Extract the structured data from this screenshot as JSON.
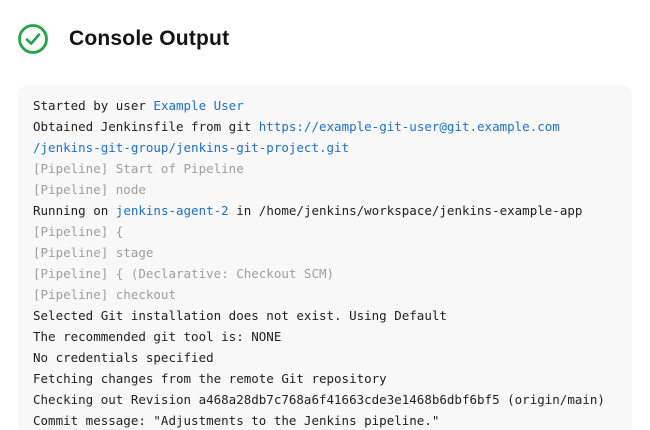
{
  "header": {
    "title": "Console Output",
    "status": "success",
    "status_color": "#23a445"
  },
  "colors": {
    "page_background": "#ffffff",
    "console_background": "#f8f8f8",
    "text": "#1f1f1f",
    "muted_text": "#9e9e9e",
    "link": "#1e6fd6",
    "success_green": "#23a445"
  },
  "console": {
    "lines": [
      [
        {
          "text": "Started by user ",
          "style": "plain"
        },
        {
          "text": "Example User",
          "style": "link"
        }
      ],
      [
        {
          "text": "Obtained Jenkinsfile from git ",
          "style": "plain"
        },
        {
          "text": "https://example-git-user@git.example.com",
          "style": "link"
        }
      ],
      [
        {
          "text": "/jenkins-git-group/jenkins-git-project.git",
          "style": "link"
        }
      ],
      [
        {
          "text": "[Pipeline] Start of Pipeline",
          "style": "muted"
        }
      ],
      [
        {
          "text": "[Pipeline] node",
          "style": "muted"
        }
      ],
      [
        {
          "text": "Running on ",
          "style": "plain"
        },
        {
          "text": "jenkins-agent-2",
          "style": "link"
        },
        {
          "text": " in /home/jenkins/workspace/jenkins-example-app",
          "style": "plain"
        }
      ],
      [
        {
          "text": "[Pipeline] {",
          "style": "muted"
        }
      ],
      [
        {
          "text": "[Pipeline] stage",
          "style": "muted"
        }
      ],
      [
        {
          "text": "[Pipeline] { (Declarative: Checkout SCM)",
          "style": "muted"
        }
      ],
      [
        {
          "text": "[Pipeline] checkout",
          "style": "muted"
        }
      ],
      [
        {
          "text": "Selected Git installation does not exist. Using Default",
          "style": "plain"
        }
      ],
      [
        {
          "text": "The recommended git tool is: NONE",
          "style": "plain"
        }
      ],
      [
        {
          "text": "No credentials specified",
          "style": "plain"
        }
      ],
      [
        {
          "text": "Fetching changes from the remote Git repository",
          "style": "plain"
        }
      ],
      [
        {
          "text": "Checking out Revision a468a28db7c768a6f41663cde3e1468b6dbf6bf5 (origin/main)",
          "style": "plain"
        }
      ],
      [
        {
          "text": "Commit message: \"Adjustments to the Jenkins pipeline.\"",
          "style": "plain"
        }
      ]
    ]
  }
}
